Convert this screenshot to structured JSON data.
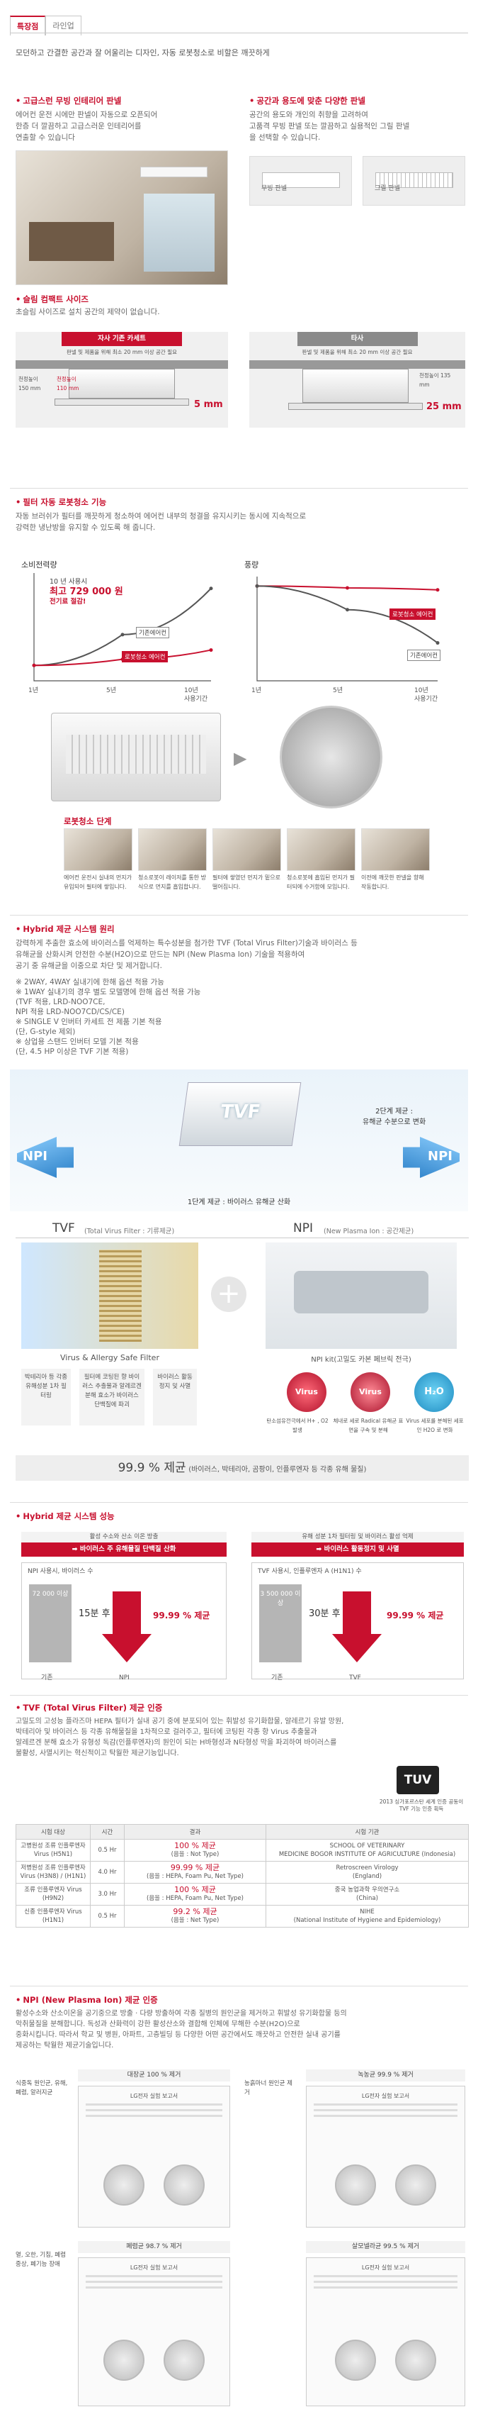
{
  "tabs": [
    {
      "label": "특장점"
    },
    {
      "label": "라인업"
    }
  ],
  "intro": "모던하고 간결한 공간과 잘 어울리는 디자인, 자동 로봇청소로 비할은 깨끗하게",
  "s1": {
    "title": "고급스런 무빙 인테리어 판넬",
    "body": [
      "에어컨 운전 시에만 판넬이 자동으로 오픈되어",
      "한층 더 깔끔하고 고급스러운 인테리어를",
      "연출할 수 있습니다"
    ]
  },
  "s2": {
    "title": "공간과 용도에 맞춘 다양한 판넬",
    "body": [
      "공간의 용도와 개인의 취향을 고려하여",
      "고품격 무빙 판넬 또는 깔끔하고 실용적인 그릴 판넬",
      "을 선택할 수 있습니다."
    ],
    "captions": [
      "무빙 판넬",
      "그릴 판넬"
    ]
  },
  "s3": {
    "title": "슬림 컴팩트 사이즈",
    "body": "초슬림 사이즈로 설치 공간의 제약이 없습니다.",
    "left": {
      "bar": "자사 기존 카세트",
      "note": "판넬 및 제품을 위해 최소 20 mm 이상 공간 필요",
      "dim1": "천정높이 150 mm",
      "dim2": "천정높이 110 mm",
      "delta": "5 mm"
    },
    "right": {
      "bar": "타사",
      "note": "판넬 및 제품을 위해 최소 20 mm 이상 공간 필요",
      "dim1": "천정높이 135 mm",
      "delta": "25 mm"
    }
  },
  "s4": {
    "title": "필터 자동 로봇청소 기능",
    "body": [
      "자동 브러쉬가 필터를 깨끗하게 청소하여 에어컨 내부의 청결을 유지시키는 동시에 지속적으로",
      "강력한 냉난방을 유지할 수 있도록 해 줍니다."
    ],
    "chart1": {
      "title": "소비전력량",
      "note1": "10 년 사용시",
      "note2": "최고 729 000 원",
      "note3": "전기료 절감!",
      "series_base": "기존에어컨",
      "series_robot": "로봇청소 에어컨",
      "xticks": [
        "1년",
        "5년",
        "10년"
      ],
      "xlabel": "사용기간"
    },
    "chart2": {
      "title": "풍량",
      "series_base": "기존에어컨",
      "series_robot": "로봇청소 에어컨",
      "xticks": [
        "1년",
        "5년",
        "10년"
      ],
      "xlabel": "사용기간"
    },
    "chart_data": [
      {
        "type": "line",
        "title": "소비전력량",
        "xlabel": "사용기간",
        "categories": [
          "1년",
          "5년",
          "10년"
        ],
        "series": [
          {
            "name": "기존에어컨",
            "values": [
              1,
              3,
              6
            ]
          },
          {
            "name": "로봇청소 에어컨",
            "values": [
              1,
              1.4,
              2
            ]
          }
        ]
      },
      {
        "type": "line",
        "title": "풍량",
        "xlabel": "사용기간",
        "categories": [
          "1년",
          "5년",
          "10년"
        ],
        "series": [
          {
            "name": "로봇청소 에어컨",
            "values": [
              10,
              9.8,
              9.6
            ]
          },
          {
            "name": "기존에어컨",
            "values": [
              10,
              7.5,
              4
            ]
          }
        ]
      }
    ],
    "steps_title": "로봇청소 단계",
    "steps": [
      "에어컨 운전시 실내의 먼지가 유입되어 필터에 쌓입니다.",
      "청소로봇이 레이저를 통한 방식으로 먼지를 흡입합니다.",
      "필터에 쌓였던 먼지가 밑으로 떨어집니다.",
      "청소로봇에 흡입된 먼지가 필터되에 수거함에 모입니다.",
      "이전에 깨끗한 판넬을 향해 작동합니다."
    ]
  },
  "s5": {
    "title": "Hybrid 제균 시스템 원리",
    "body": [
      "강력하게 추출한 효소에 바이러스를 억제하는 특수성분을 첨가한 TVF (Total Virus Filter)기술과 바이러스 등",
      "유해균을 산화시켜 안전한 수분(H2O)으로 만드는 NPI (New Plasma Ion) 기술을 적용하여",
      "공기 중 유해균을 이중으로 차단 및 제거합니다."
    ],
    "bullets": [
      "※ 2WAY, 4WAY 실내기에 한해 옵션 적용 가능",
      "※ 1WAY 실내기의 경우 별도 모델명에 한해 옵션 적용 가능",
      "(TVF 적용, LRD-NOO7CE,",
      "NPI 적용 LRD-NOO7CD/CS/CE)",
      "※ SINGLE V 인버터 카세트 전 제품 기본 적용",
      "(단, G-style 제외)",
      "※ 상업용 스탠드 인버터 모델 기본 적용",
      "(단, 4.5 HP 이상은 TVF 기본 적용)"
    ],
    "fig": {
      "tvf": "TVF",
      "npi_left": "NPI",
      "npi_right": "NPI",
      "stage1": "1단계 제균 : 바이러스 유해균 산화",
      "stage2a": "2단계 제균 :",
      "stage2b": "유해균 수분으로 변화"
    },
    "tvf_head": "TVF",
    "tvf_sub": "(Total Virus Filter : 기류제균)",
    "npi_head": "NPI",
    "npi_sub": "(New Plasma Ion : 공간제균)",
    "vafilter": "Virus & Allergy Safe Filter",
    "npikit": "NPI kit(고밀도 카본 페브릭 전극)",
    "tvf_steps": [
      "박테리아 등 각종 유해성분 1차 필터링",
      "필터에 코팅된 향 바이러스 추출물과 알레르겐 분해 효소가 바이러스 단백질에 파괴",
      "바이러스 활동정지 및 사멸"
    ],
    "npi_steps": [
      "탄소섬유전극에서 H+ , O2 발생",
      "체내로 세로 Radical 유해균 표면을 구속 및 분해",
      "Virus 세포를 분해된 세포인 H2O 로 변화"
    ],
    "icons": [
      "Virus",
      "Virus",
      "H₂O"
    ],
    "result_big": "99.9 % 제균",
    "result_small": "(바이러스, 박테리아, 곰팡이, 인플루엔자 등 각종 유해 물질)"
  },
  "s6": {
    "title": "Hybrid 제균 시스템 성능",
    "left": {
      "bar": "활성 수소와 산소 이온 방출",
      "sub": "➡ 바이러스 주 유해물질 단백질 산화",
      "note": "NPI 사용시, 바이러스 수",
      "start": "72 000 이상",
      "time": "15분 후",
      "pct": "99.99 % 제균",
      "x1": "기존",
      "x2": "NPI"
    },
    "right": {
      "bar": "유해 성분 1차 필터링 및 바이러스 활성 억제",
      "sub": "➡ 바이러스 활동정지 및 사멸",
      "note": "TVF 사용시, 인플루엔자 A (H1N1) 수",
      "start": "3 500 000 이상",
      "time": "30분 후",
      "pct": "99.99 % 제균",
      "x1": "기존",
      "x2": "TVF"
    }
  },
  "s7": {
    "title": "TVF (Total Virus Filter) 제균 인증",
    "body": [
      "고밀도의 고성능 플라즈마 HEPA 필터가 실내 공기 중에 분포되어 있는 휘발성 유기화합물, 알레르기 유발 망원,",
      "박테리아 및 바이러스 등 각종 유해물질을 1차적으로 걸러주고, 필터에 코팅된 각종 항 Virus 추출물과",
      "알레르겐 분해 효소가 유형성 독감(인플루엔자)의 원인이 되는 H바형성과 N타형성 막을 파괴하여 바이러스를",
      "불활성, 사멸시키는 혁신적이고 탁월한 제균기능입니다."
    ],
    "badge": "TUV",
    "badge_note": "2013 싱가포르스탄 세계 인증 공동이 TVF 기능 인증 획득",
    "table": {
      "headers": [
        "시험 대상",
        "시간",
        "결과",
        "시험 기관"
      ],
      "rows": [
        [
          "고병원성 조류 인플루엔자 Virus (H5N1)",
          "0.5 Hr",
          "100 % 제균",
          "(음을 : Not Type)",
          "SCHOOL OF VETERINARY",
          "MEDICINE BOGOR INSTITUTE OF AGRICULTURE (Indonesia)"
        ],
        [
          "저병원성 조류 인플루엔자 Virus (H3N8) / (H1N1)",
          "4.0 Hr",
          "99.99 % 제균",
          "(음을 : HEPA, Foam Pu, Net Type)",
          "Retroscreen Virology",
          "(England)"
        ],
        [
          "조류 인플루엔자 Virus (H9N2)",
          "3.0 Hr",
          "100 % 제균",
          "(음을 : HEPA, Foam Pu, Net Type)",
          "중국 농업과학 우의연구소",
          "(China)"
        ],
        [
          "신종 인플루엔자 Virus (H1N1)",
          "0.5 Hr",
          "99.2 % 제균",
          "(음을 : Net Type)",
          "NIHE",
          "(National Institute of Hygiene and Epidemiology)"
        ]
      ]
    }
  },
  "s8": {
    "title": "NPI (New Plasma Ion) 제균 인증",
    "body": [
      "활성수소와 산소이온을 공기중으로 방출 · 다량 방출하여 각종 질병의 원인균을 제거하고 휘발성 유기화합물 등의",
      "악취물질을 분해합니다. 독성과 산화력이 강한 활성산소와 결합해 인체에 무해한 수분(H2O)으로",
      "중화시킵니다. 따라서 학교 및 병원, 아파트, 고층빌딩 등 다양한 어떤 공간에서도 깨끗하고 안전한 실내 공기를",
      "제공하는 탁월한 제균기술입니다."
    ],
    "docs": [
      {
        "side": "식중독 원인균, 유해, 폐렴, 알러지균",
        "title": "대장균 100 % 제거",
        "sub": "LG전자 실험 보고서"
      },
      {
        "side": "농흙마너 원인균 제거",
        "title": "녹농균 99.9 % 제거",
        "sub": "LG전자 실험 보고서"
      },
      {
        "side": "열, 오한, 기침, 폐렴 중상, 폐기능 장애",
        "title": "폐렴균 98.7 % 제거",
        "sub": "LG전자 실험 보고서"
      },
      {
        "side": "",
        "title": "살모넬라균 99.5 % 제거",
        "sub": "LG전자 실험 보고서"
      }
    ]
  }
}
